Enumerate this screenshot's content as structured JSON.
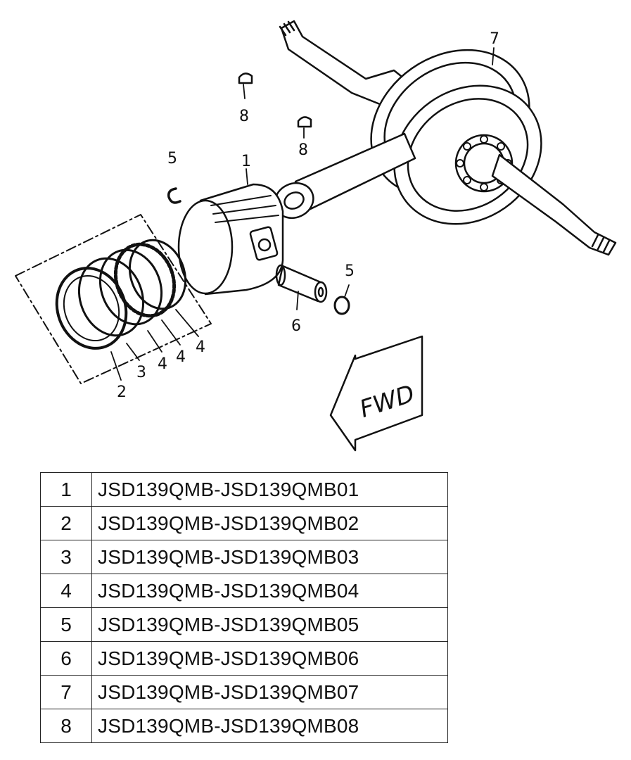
{
  "diagram": {
    "callouts": {
      "piston": "1",
      "ring_top": "2",
      "ring_second": "3",
      "ring_oil_a": "4",
      "ring_oil_b": "4",
      "ring_oil_c": "4",
      "clip_left": "5",
      "clip_right": "5",
      "pin": "6",
      "crankshaft": "7",
      "key_a": "8",
      "key_b": "8"
    },
    "fwd_label": "FWD"
  },
  "parts_table": {
    "rows": [
      {
        "num": "1",
        "code": "JSD139QMB-JSD139QMB01"
      },
      {
        "num": "2",
        "code": "JSD139QMB-JSD139QMB02"
      },
      {
        "num": "3",
        "code": "JSD139QMB-JSD139QMB03"
      },
      {
        "num": "4",
        "code": "JSD139QMB-JSD139QMB04"
      },
      {
        "num": "5",
        "code": "JSD139QMB-JSD139QMB05"
      },
      {
        "num": "6",
        "code": "JSD139QMB-JSD139QMB06"
      },
      {
        "num": "7",
        "code": "JSD139QMB-JSD139QMB07"
      },
      {
        "num": "8",
        "code": "JSD139QMB-JSD139QMB08"
      }
    ]
  }
}
